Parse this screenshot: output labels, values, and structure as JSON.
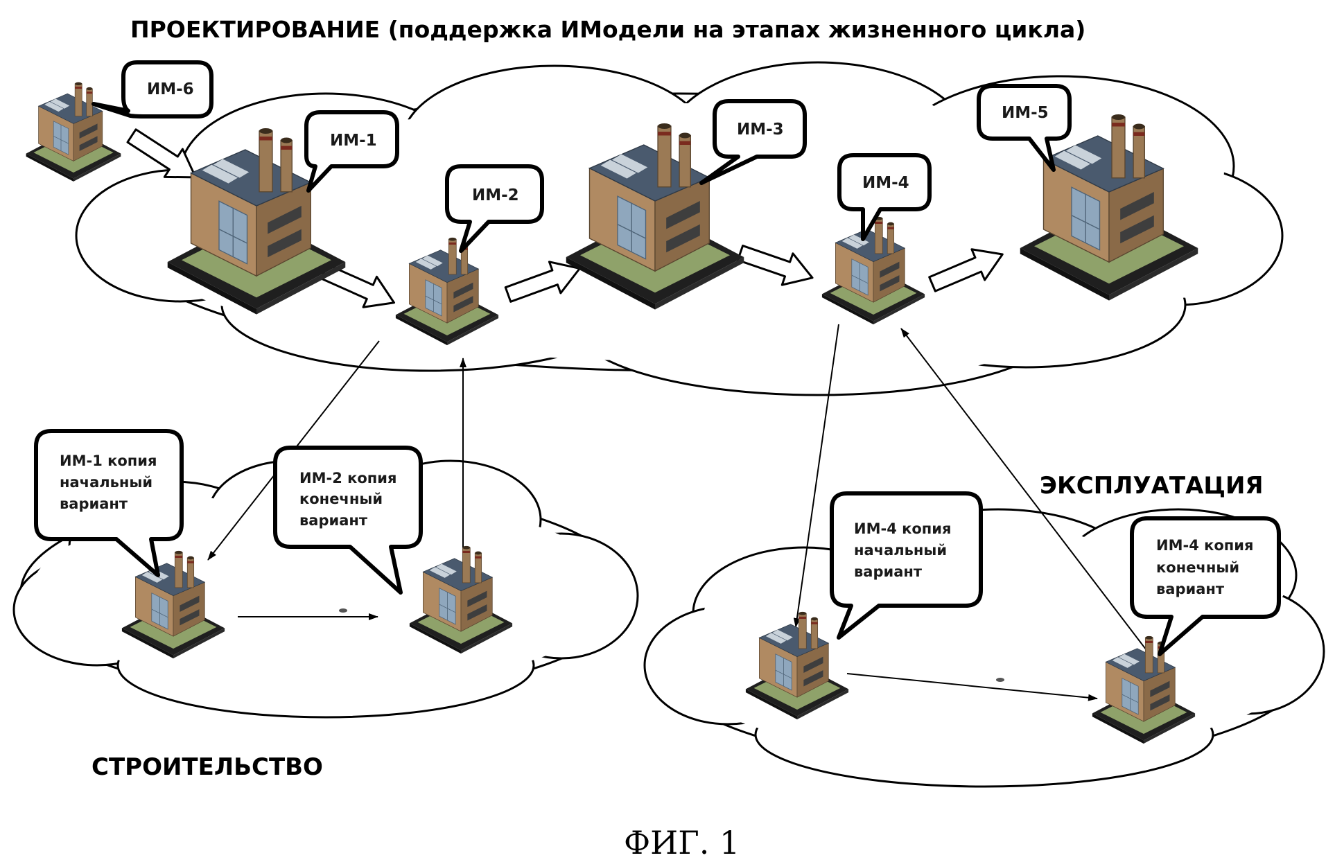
{
  "headings": {
    "design": "ПРОЕКТИРОВАНИЕ  (поддержка ИМодели на этапах жизненного цикла)",
    "construction": "СТРОИТЕЛЬСТВО",
    "operation": "ЭКСПЛУАТАЦИЯ"
  },
  "figure_caption": "ФИГ. 1",
  "models": {
    "im6": "ИМ-6",
    "im1": "ИМ-1",
    "im2": "ИМ-2",
    "im3": "ИМ-3",
    "im4": "ИМ-4",
    "im5": "ИМ-5"
  },
  "copies": {
    "im1_initial": [
      "ИМ-1 копия",
      "начальный",
      "вариант"
    ],
    "im2_final": [
      "ИМ-2 копия",
      "конечный",
      "вариант"
    ],
    "im4_initial": [
      "ИМ-4 копия",
      "начальный",
      "вариант"
    ],
    "im4_final": [
      "ИМ-4 копия",
      "конечный",
      "вариант"
    ]
  },
  "colors": {
    "roof": "#4a5a6e",
    "wall": "#b08a62",
    "glass": "#8fa7bd",
    "chimney": "#9b7a55",
    "base": "#1f1f1f",
    "lawn": "#8fa26a"
  }
}
